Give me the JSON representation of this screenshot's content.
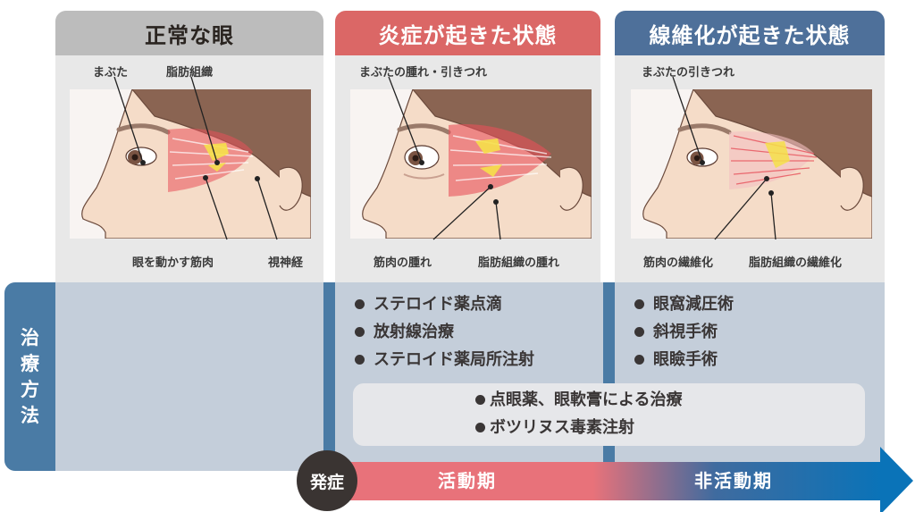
{
  "columns": [
    {
      "id": "normal",
      "title": "正常な眼",
      "header_color": "#bcbcbc",
      "labels_top": [
        "まぶた",
        "脂肪組織"
      ],
      "labels_bottom": [
        "眼を動かす筋肉",
        "視神経"
      ]
    },
    {
      "id": "inflammation",
      "title": "炎症が起きた状態",
      "header_color": "#db6766",
      "labels_top": [
        "まぶたの腫れ・引きつれ"
      ],
      "labels_bottom": [
        "筋肉の腫れ",
        "脂肪組織の腫れ"
      ]
    },
    {
      "id": "fibrosis",
      "title": "線維化が起きた状態",
      "header_color": "#4e709a",
      "labels_top": [
        "まぶたの引きつれ"
      ],
      "labels_bottom": [
        "筋肉の繊維化",
        "脂肪組織の繊維化"
      ]
    }
  ],
  "treatment": {
    "label_chars": [
      "治",
      "療",
      "方",
      "法"
    ],
    "label_color": "#4a7ba5",
    "active_phase_items": [
      "ステロイド薬点滴",
      "放射線治療",
      "ステロイド薬局所注射"
    ],
    "inactive_phase_items": [
      "眼窩減圧術",
      "斜視手術",
      "眼瞼手術"
    ],
    "shared_items": [
      "点眼薬、眼軟膏による治療",
      "ボツリヌス毒素注射"
    ]
  },
  "timeline": {
    "onset_label": "発症",
    "active_label": "活動期",
    "inactive_label": "非活動期",
    "active_color": "#e8727a",
    "inactive_color": "#0a73b8"
  }
}
